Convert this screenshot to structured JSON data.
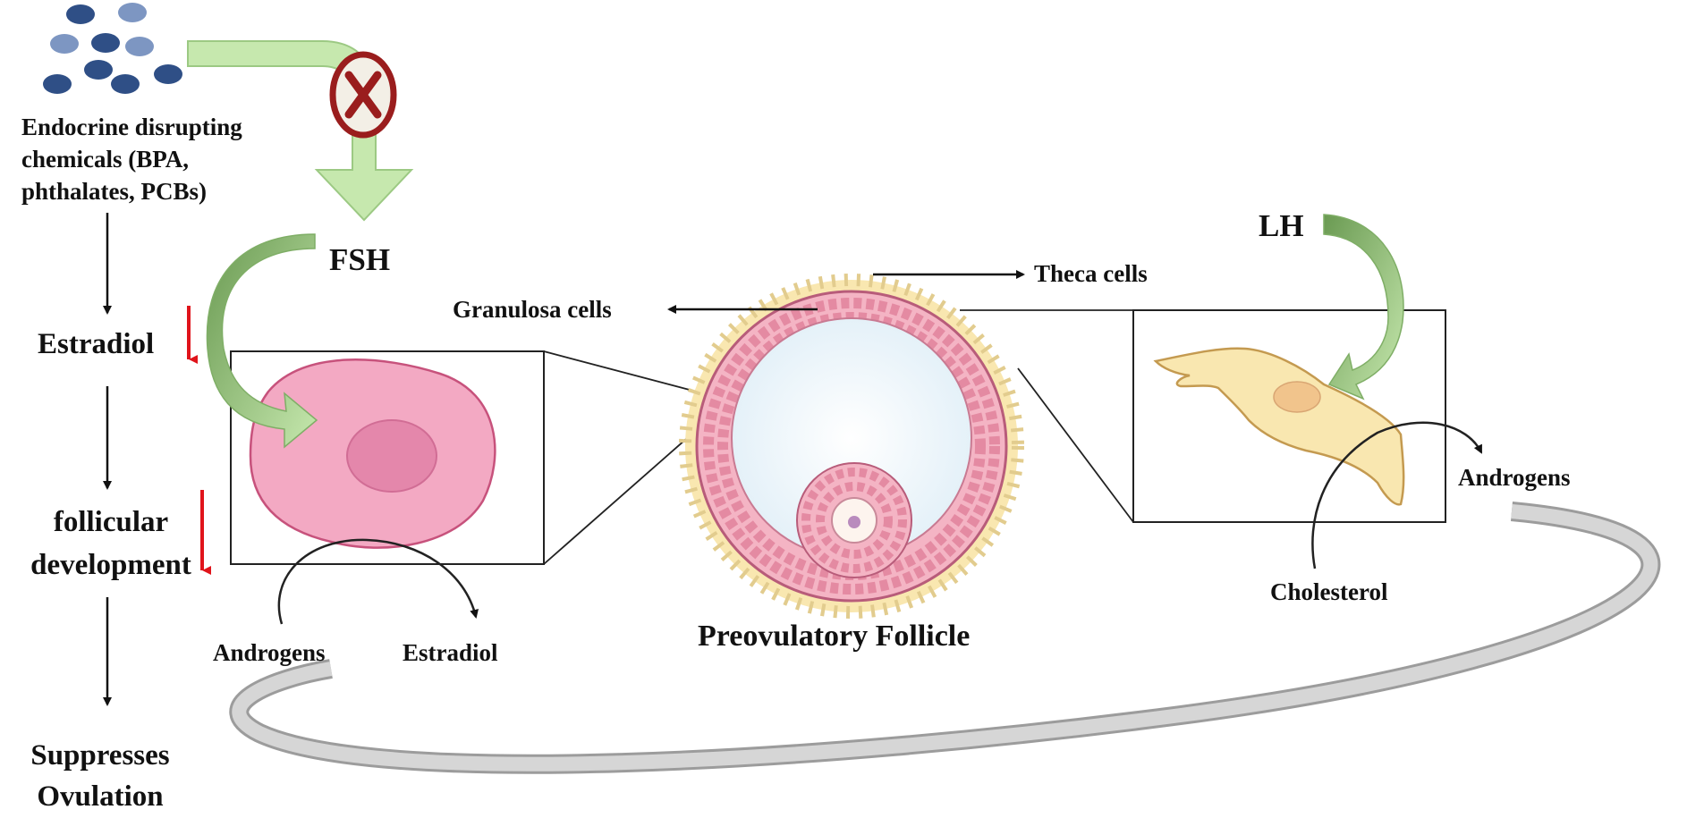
{
  "edc_label": "Endocrine disrupting chemicals (BPA, phthalates, PCBs)",
  "pathway": {
    "estradiol": "Estradiol",
    "follicular_development": "follicular development",
    "outcome": "Suppresses Ovulation"
  },
  "hormones": {
    "fsh": "FSH",
    "lh": "LH"
  },
  "follicle": {
    "title": "Preovulatory Follicle",
    "granulosa_label": "Granulosa cells",
    "theca_label": "Theca cells"
  },
  "granulosa_reaction": {
    "substrate": "Androgens",
    "product": "Estradiol"
  },
  "theca_reaction": {
    "substrate": "Cholesterol",
    "product": "Androgens"
  },
  "colors": {
    "green_arrow": "#b9dea0",
    "green_arrow_dark": "#6a9a52",
    "block_red": "#9a1d1d",
    "decrease_red": "#e0141b",
    "granulosa_pink": "#f3a9c3",
    "theca_yellow": "#f9e7b0",
    "recycle_gray": "#b7b7b7"
  }
}
